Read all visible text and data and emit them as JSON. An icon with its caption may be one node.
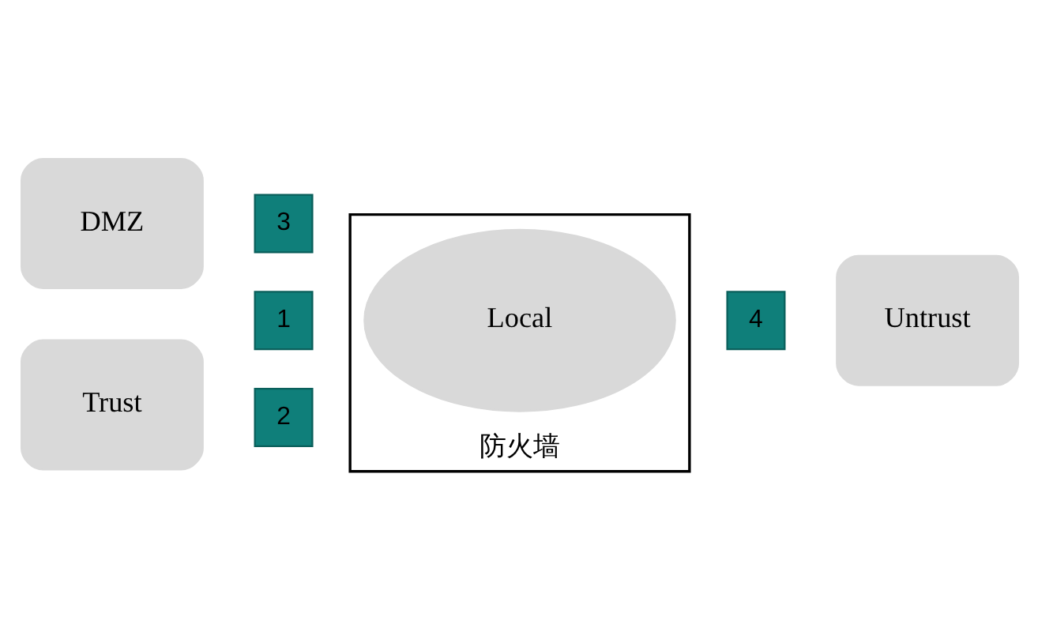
{
  "diagram": {
    "nodes": [
      {
        "text": [
          "防火墙"
        ]
      },
      {
        "text": [
          "DMZ"
        ]
      },
      {
        "text": [
          "3"
        ]
      },
      {
        "text": [
          "Trust"
        ]
      },
      {
        "text": [
          "1"
        ]
      },
      {
        "text": [
          "2"
        ]
      },
      {
        "text": [
          "Local"
        ],
        "in": 0
      },
      {
        "text": [
          "4"
        ]
      },
      {
        "text": [
          "Untrust"
        ]
      }
    ],
    "edges": []
  }
}
